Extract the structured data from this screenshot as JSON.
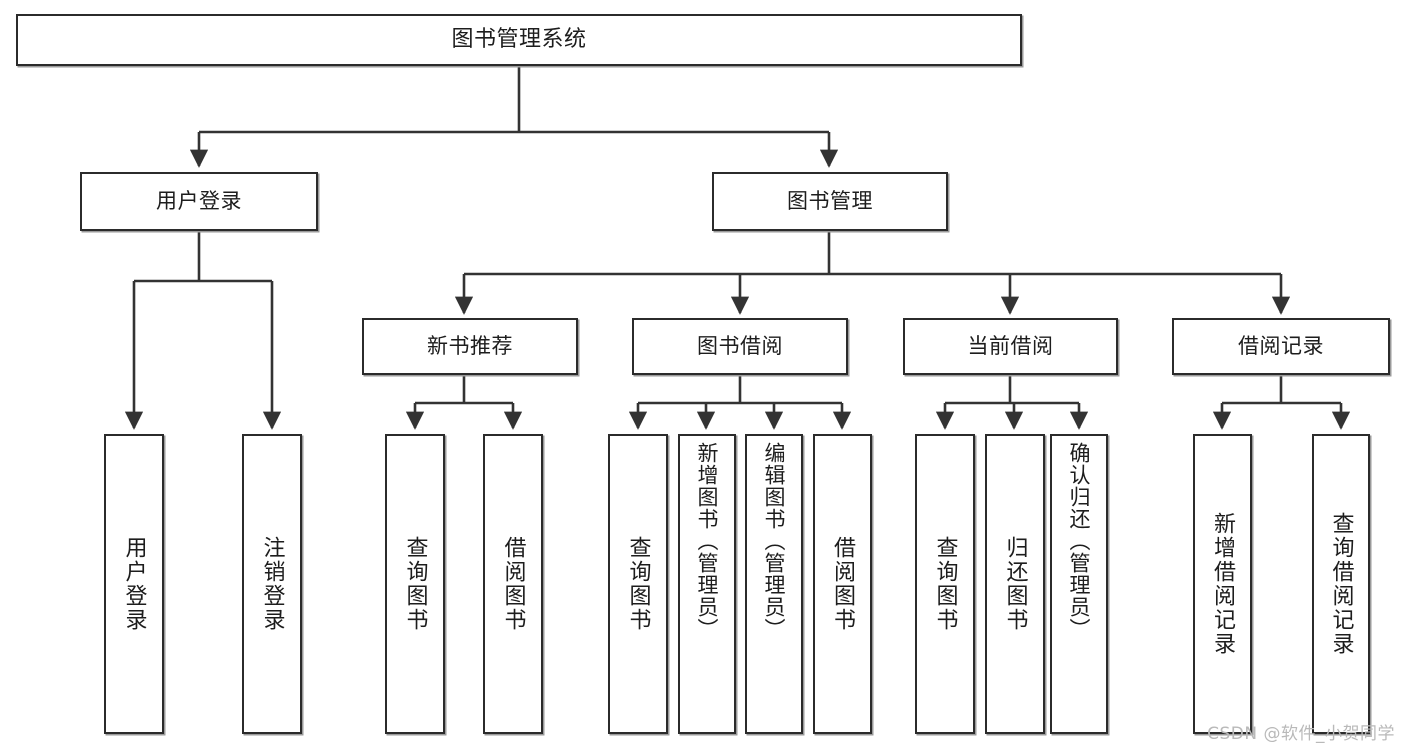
{
  "diagram": {
    "type": "hierarchy-tree",
    "title": "图书管理系统",
    "watermark": "CSDN @软件_小贺同学",
    "colors": {
      "background": "#ffffff",
      "box_border": "#2b2b2b",
      "box_fill": "#ffffff",
      "edge": "#333333",
      "text": "#1d1d1d",
      "watermark": "#b9b9b9"
    },
    "levels": {
      "level1": [
        "图书管理系统"
      ],
      "level2": [
        "用户登录",
        "图书管理"
      ],
      "level3": [
        "新书推荐",
        "图书借阅",
        "当前借阅",
        "借阅记录"
      ],
      "level4": [
        "用户登录",
        "注销登录",
        "查询图书",
        "借阅图书",
        "查询图书",
        "新增图书（管理员）",
        "编辑图书（管理员）",
        "借阅图书",
        "查询图书",
        "归还图书",
        "确认归还（管理员）",
        "新增借阅记录",
        "查询借阅记录"
      ]
    },
    "nodes": {
      "root": {
        "label": "图书管理系统"
      },
      "user_login": {
        "label": "用户登录"
      },
      "book_manage": {
        "label": "图书管理"
      },
      "new_book_rec": {
        "label": "新书推荐"
      },
      "book_borrow": {
        "label": "图书借阅"
      },
      "current_borrow": {
        "label": "当前借阅"
      },
      "borrow_record": {
        "label": "借阅记录"
      },
      "leaf_user_login": {
        "label": "用户登录"
      },
      "leaf_logout": {
        "label": "注销登录"
      },
      "leaf_query_book_a": {
        "label": "查询图书"
      },
      "leaf_borrow_book_a": {
        "label": "借阅图书"
      },
      "leaf_query_book_b": {
        "label": "查询图书"
      },
      "leaf_add_book": {
        "label": "新增图书（管理员）"
      },
      "leaf_edit_book": {
        "label": "编辑图书（管理员）"
      },
      "leaf_borrow_book_b": {
        "label": "借阅图书"
      },
      "leaf_query_book_c": {
        "label": "查询图书"
      },
      "leaf_return_book": {
        "label": "归还图书"
      },
      "leaf_confirm_return": {
        "label": "确认归还（管理员）"
      },
      "leaf_add_record": {
        "label": "新增借阅记录"
      },
      "leaf_query_record": {
        "label": "查询借阅记录"
      }
    },
    "edges": [
      {
        "from": "root",
        "to": "user_login"
      },
      {
        "from": "root",
        "to": "book_manage"
      },
      {
        "from": "user_login",
        "to": "leaf_user_login"
      },
      {
        "from": "user_login",
        "to": "leaf_logout"
      },
      {
        "from": "book_manage",
        "to": "new_book_rec"
      },
      {
        "from": "book_manage",
        "to": "book_borrow"
      },
      {
        "from": "book_manage",
        "to": "current_borrow"
      },
      {
        "from": "book_manage",
        "to": "borrow_record"
      },
      {
        "from": "new_book_rec",
        "to": "leaf_query_book_a"
      },
      {
        "from": "new_book_rec",
        "to": "leaf_borrow_book_a"
      },
      {
        "from": "book_borrow",
        "to": "leaf_query_book_b"
      },
      {
        "from": "book_borrow",
        "to": "leaf_add_book"
      },
      {
        "from": "book_borrow",
        "to": "leaf_edit_book"
      },
      {
        "from": "book_borrow",
        "to": "leaf_borrow_book_b"
      },
      {
        "from": "current_borrow",
        "to": "leaf_query_book_c"
      },
      {
        "from": "current_borrow",
        "to": "leaf_return_book"
      },
      {
        "from": "current_borrow",
        "to": "leaf_confirm_return"
      },
      {
        "from": "borrow_record",
        "to": "leaf_add_record"
      },
      {
        "from": "borrow_record",
        "to": "leaf_query_record"
      }
    ]
  }
}
